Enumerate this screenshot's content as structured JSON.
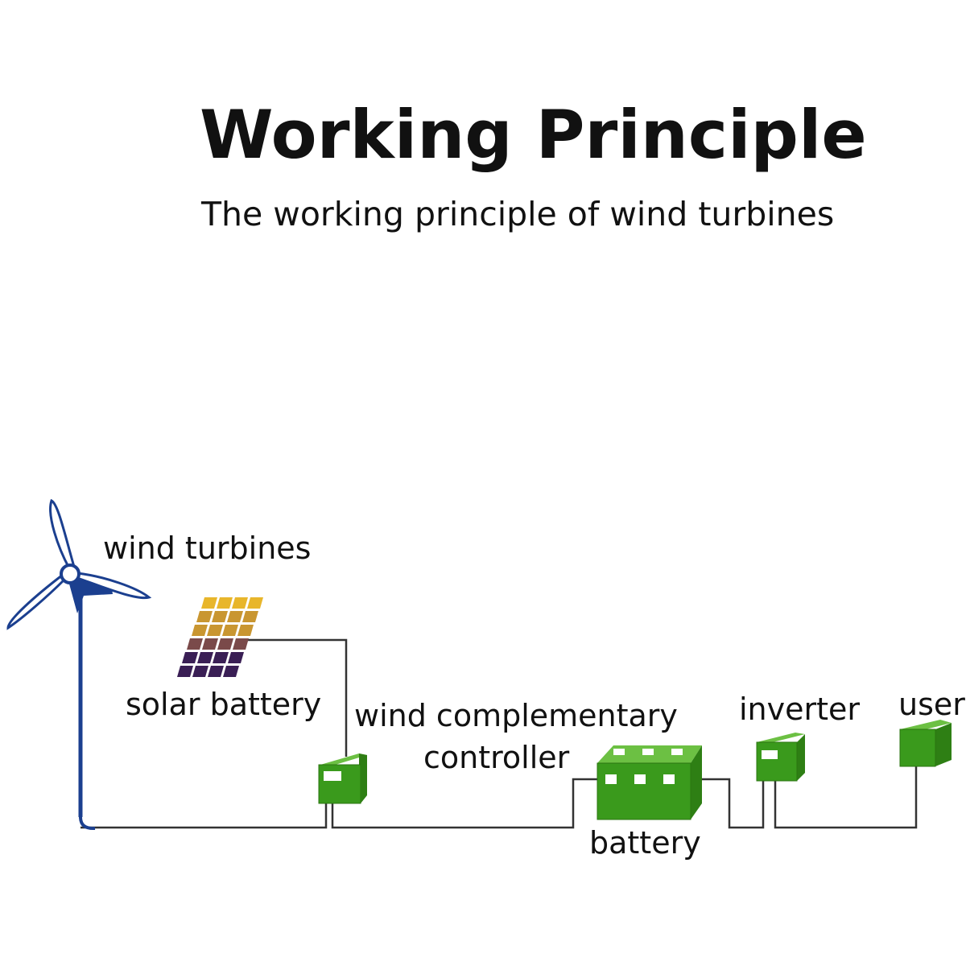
{
  "header": {
    "title": "Working Principle",
    "subtitle": "The working principle of wind turbines"
  },
  "labels": {
    "wind_turbines": "wind turbines",
    "solar_battery": "solar battery",
    "controller_line1": "wind complementary",
    "controller_line2": "controller",
    "battery": "battery",
    "inverter": "inverter",
    "user": "user"
  },
  "colors": {
    "box_green": "#3a9a1c",
    "turbine_blue": "#1b3f8f",
    "wire": "#333333",
    "solar_gold": "#d8a82a",
    "solar_purple": "#3a1f55"
  }
}
